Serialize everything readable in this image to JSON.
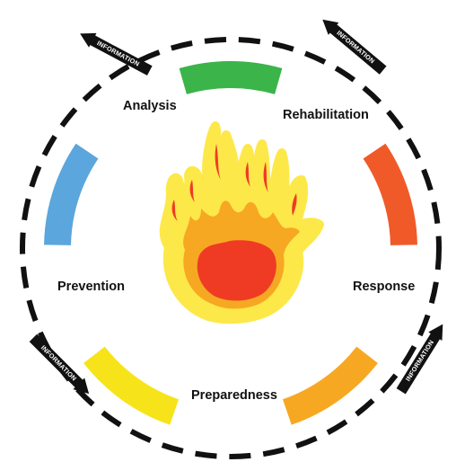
{
  "phases": {
    "rehabilitation": {
      "label": "Rehabilitation",
      "color": "#3bb44a"
    },
    "response": {
      "label": "Response",
      "color": "#f05a28"
    },
    "preparedness": {
      "label": "Preparedness",
      "color": "#f7a823"
    },
    "prevention": {
      "label": "Prevention",
      "color": "#f7e31a"
    },
    "analysis": {
      "label": "Analysis",
      "color": "#5ba6dc"
    }
  },
  "information_label": "INFORMATION",
  "cycle_color": "#111111",
  "center_icon": "fire-icon",
  "fire_colors": {
    "outer": "#fde84a",
    "middle": "#f7a823",
    "inner": "#ef3b24"
  }
}
